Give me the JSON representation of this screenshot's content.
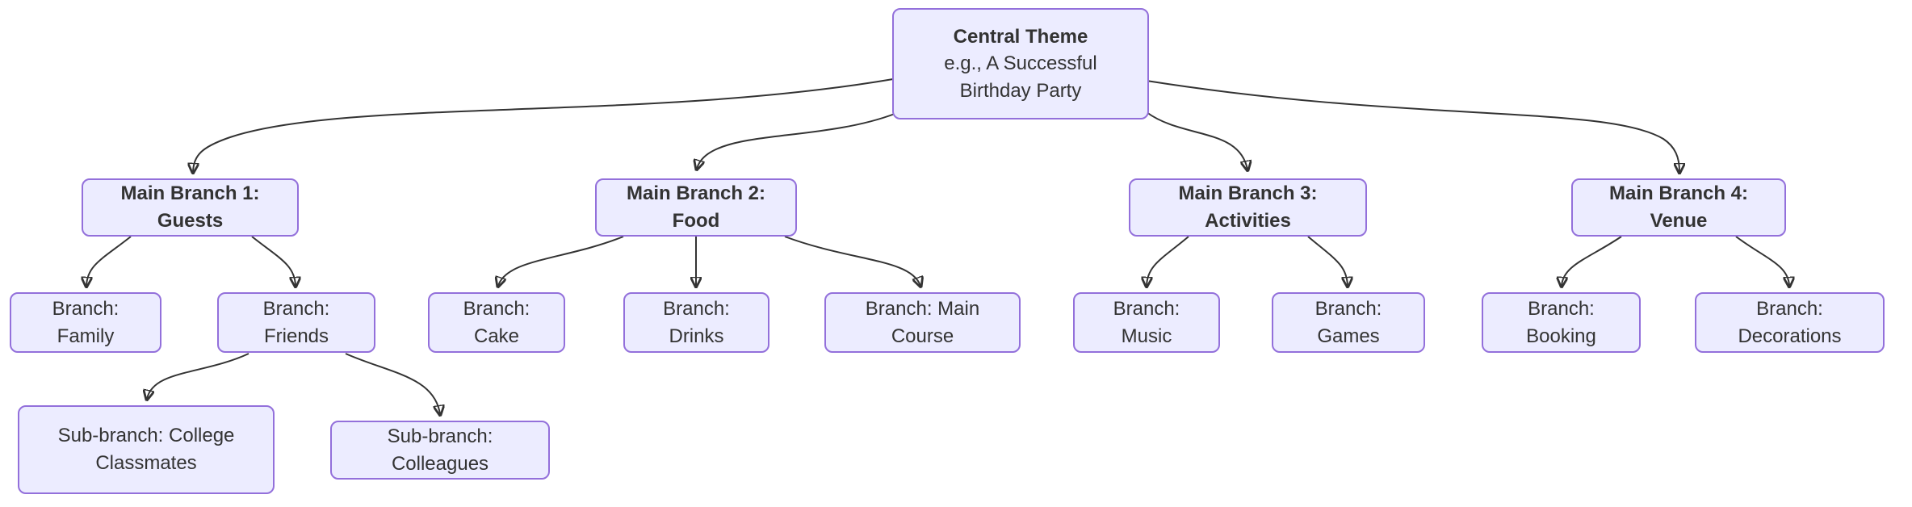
{
  "diagram": {
    "type": "flowchart",
    "direction": "top-down",
    "colors": {
      "node_fill": "#ECECFF",
      "node_border": "#9370DB",
      "text": "#333333",
      "edge": "#333333",
      "background": "#ffffff"
    },
    "nodes": [
      {
        "id": "central",
        "level": "root",
        "label": "Central Theme",
        "sublabel": "e.g., A Successful Birthday Party"
      },
      {
        "id": "guests",
        "level": "main",
        "label": "Main Branch 1: Guests"
      },
      {
        "id": "food",
        "level": "main",
        "label": "Main Branch 2: Food"
      },
      {
        "id": "activities",
        "level": "main",
        "label": "Main Branch 3: Activities"
      },
      {
        "id": "venue",
        "level": "main",
        "label": "Main Branch 4: Venue"
      },
      {
        "id": "family",
        "level": "branch",
        "label": "Branch: Family"
      },
      {
        "id": "friends",
        "level": "branch",
        "label": "Branch: Friends"
      },
      {
        "id": "cake",
        "level": "branch",
        "label": "Branch: Cake"
      },
      {
        "id": "drinks",
        "level": "branch",
        "label": "Branch: Drinks"
      },
      {
        "id": "main-course",
        "level": "branch",
        "label": "Branch: Main Course"
      },
      {
        "id": "music",
        "level": "branch",
        "label": "Branch: Music"
      },
      {
        "id": "games",
        "level": "branch",
        "label": "Branch: Games"
      },
      {
        "id": "booking",
        "level": "branch",
        "label": "Branch: Booking"
      },
      {
        "id": "decorations",
        "level": "branch",
        "label": "Branch: Decorations"
      },
      {
        "id": "college-classmates",
        "level": "sub",
        "label": "Sub-branch: College Classmates"
      },
      {
        "id": "colleagues",
        "level": "sub",
        "label": "Sub-branch: Colleagues"
      }
    ],
    "edges": [
      {
        "from": "central",
        "to": "guests"
      },
      {
        "from": "central",
        "to": "food"
      },
      {
        "from": "central",
        "to": "activities"
      },
      {
        "from": "central",
        "to": "venue"
      },
      {
        "from": "guests",
        "to": "family"
      },
      {
        "from": "guests",
        "to": "friends"
      },
      {
        "from": "food",
        "to": "cake"
      },
      {
        "from": "food",
        "to": "drinks"
      },
      {
        "from": "food",
        "to": "main-course"
      },
      {
        "from": "activities",
        "to": "music"
      },
      {
        "from": "activities",
        "to": "games"
      },
      {
        "from": "venue",
        "to": "booking"
      },
      {
        "from": "venue",
        "to": "decorations"
      },
      {
        "from": "friends",
        "to": "college-classmates"
      },
      {
        "from": "friends",
        "to": "colleagues"
      }
    ]
  }
}
